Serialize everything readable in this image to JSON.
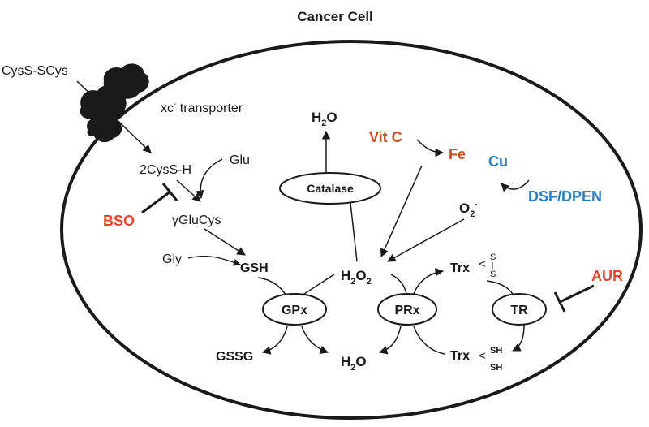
{
  "title": "Cancer Cell",
  "labels": {
    "cystine": "CysS-SCys",
    "transporter": "xc",
    "transporter_sup": "-",
    "transporter_rest": " transporter",
    "cysteine": "2CysS-H",
    "glu": "Glu",
    "glucys": "γGluCys",
    "gly": "Gly",
    "gsh": "GSH",
    "gssg": "GSSG",
    "h2o_top": {
      "a": "H",
      "sub": "2",
      "b": "O"
    },
    "h2o2": {
      "a": "H",
      "sub1": "2",
      "b": "O",
      "sub2": "2"
    },
    "h2o_bottom": {
      "a": "H",
      "sub": "2",
      "b": "O"
    },
    "superoxide": {
      "a": "O",
      "sub": "2",
      "sup": "·-"
    },
    "trx_ox": "Trx",
    "trx_red": "Trx",
    "s_top": "S",
    "s_bottom": "S",
    "sh_top": "SH",
    "sh_bottom": "SH"
  },
  "enzymes": {
    "catalase": "Catalase",
    "gpx": "GPx",
    "prx": "PRx",
    "tr": "TR"
  },
  "drugs": {
    "bso": "BSO",
    "vitc": "Vit C",
    "fe": "Fe",
    "cu": "Cu",
    "dsf": "DSF/DPEN",
    "aur": "AUR"
  },
  "colors": {
    "text": "#1a1a1a",
    "red_drug": "#e8452c",
    "brown_drug": "#c0501f",
    "blue_drug": "#2e7fc2",
    "line": "#1a1a1a"
  }
}
